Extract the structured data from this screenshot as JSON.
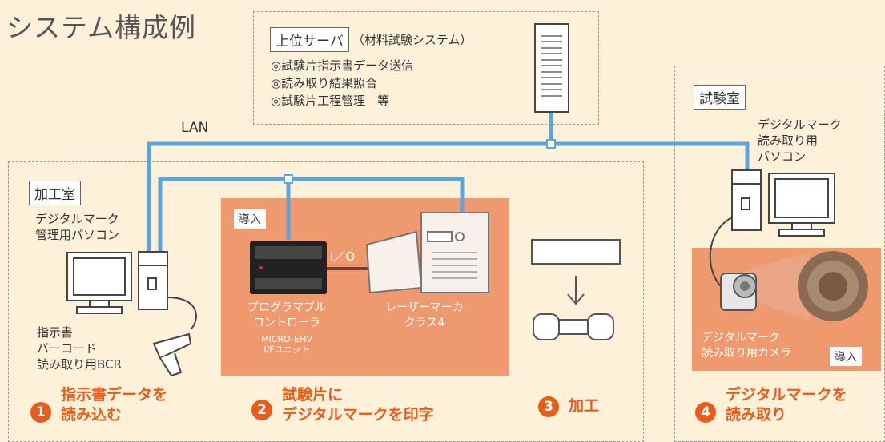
{
  "title": "システム構成例",
  "server": {
    "tag": "上位サーバ",
    "note": "（材料試験システム）",
    "items": [
      "◎試験片指示書データ送信",
      "◎読み取り結果照合",
      "◎試験片工程管理　等"
    ]
  },
  "lan_label": "LAN",
  "processing_room": {
    "tag": "加工室",
    "pc_label_1": "デジタルマーク",
    "pc_label_2": "管理用パソコン",
    "bcr_label_1": "指示書",
    "bcr_label_2": "バーコード",
    "bcr_label_3": "読み取り用BCR"
  },
  "intro_badge": "導入",
  "io_label": "I／O",
  "plc_label_1": "プログラマブル",
  "plc_label_2": "コントローラ",
  "plc_sub_1": "MICRO-EHV",
  "plc_sub_2": "I/Fユニット",
  "laser_label_1": "レーザーマーカ",
  "laser_label_2": "クラス4",
  "test_room": {
    "tag": "試験室",
    "pc_label_1": "デジタルマーク",
    "pc_label_2": "読み取り用",
    "pc_label_3": "パソコン",
    "camera_label_1": "デジタルマーク",
    "camera_label_2": "読み取り用カメラ",
    "badge": "導入"
  },
  "steps": [
    {
      "num": "1",
      "line1": "指示書データを",
      "line2": "読み込む"
    },
    {
      "num": "2",
      "line1": "試験片に",
      "line2": "デジタルマークを印字"
    },
    {
      "num": "3",
      "line1": "加工",
      "line2": ""
    },
    {
      "num": "4",
      "line1": "デジタルマークを",
      "line2": "読み取り"
    }
  ],
  "colors": {
    "accent": "#ea5c19",
    "panel": "#ef9a6e",
    "lan": "#5ba5dc",
    "background": "#fdf1d9"
  }
}
